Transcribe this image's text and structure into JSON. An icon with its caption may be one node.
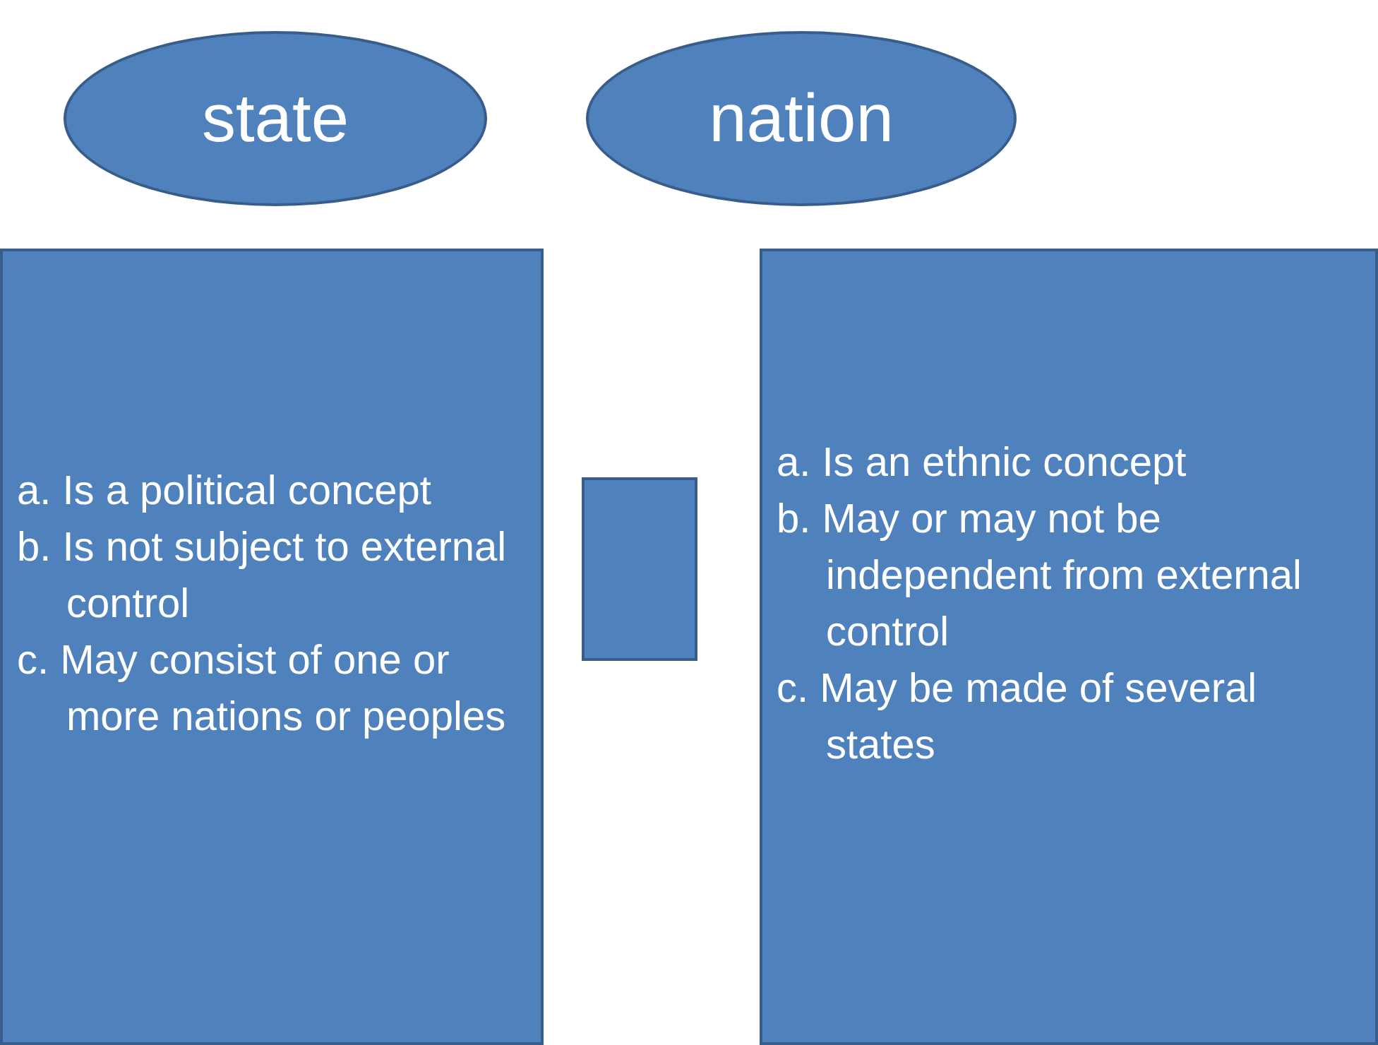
{
  "diagram": {
    "nodes": [
      {
        "text": [
          "state"
        ]
      },
      {
        "text": [
          "nation"
        ]
      },
      {
        "text": [
          "a. Is a political concept",
          "b. Is not subject to external control",
          "c. May consist of one or more nations or peoples"
        ]
      },
      {
        "text": [],
        "shape": "box"
      },
      {
        "text": [
          "a. Is an ethnic concept",
          "b. May or may not be independent from external control",
          "c. May be made of several states"
        ]
      }
    ]
  }
}
